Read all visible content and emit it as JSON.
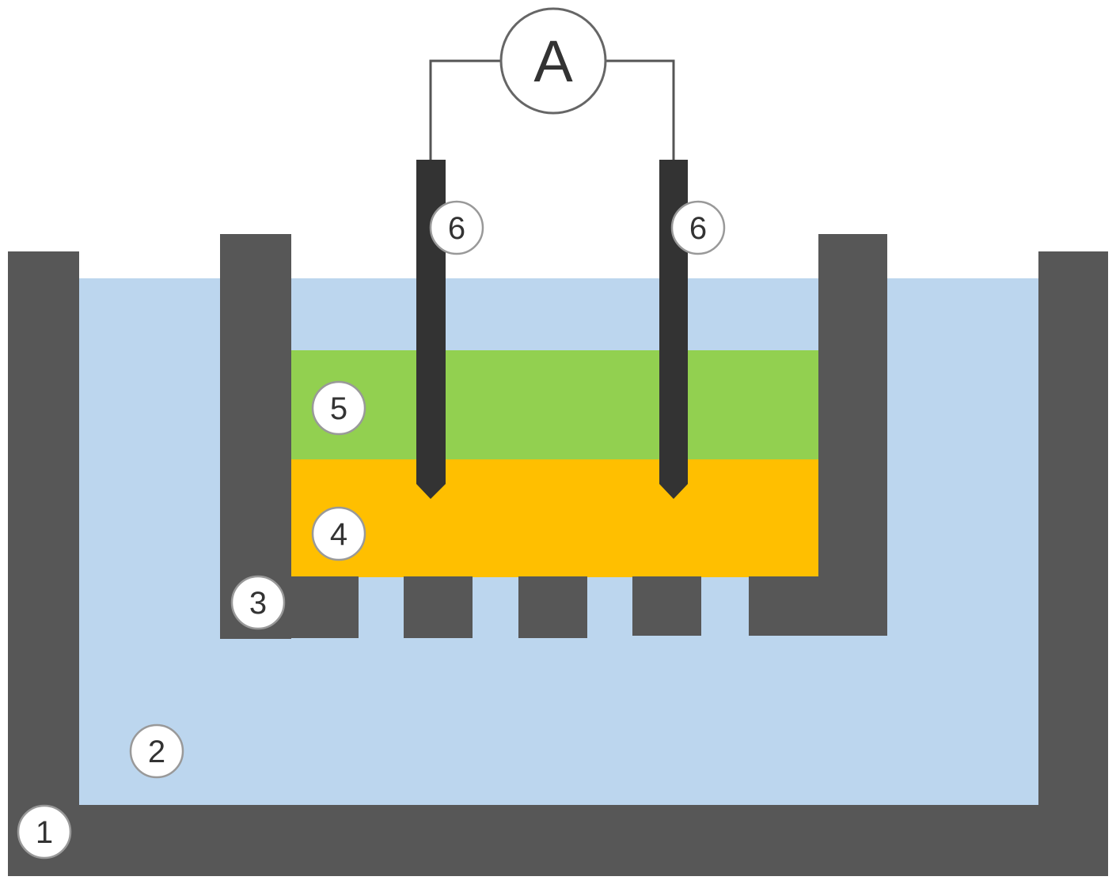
{
  "colors": {
    "wall": "#575757",
    "water": "#bcd6ee",
    "layer_green": "#92d050",
    "layer_orange": "#ffbf00",
    "electrode": "#333333",
    "wire": "#555555",
    "label_fill": "#ffffff",
    "label_stroke": "#999999"
  },
  "meter": {
    "symbol": "A"
  },
  "labels": {
    "outer_container": "1",
    "water_bath": "2",
    "inner_cell": "3",
    "layer_bottom": "4",
    "layer_top": "5",
    "electrode_left": "6",
    "electrode_right": "6"
  }
}
